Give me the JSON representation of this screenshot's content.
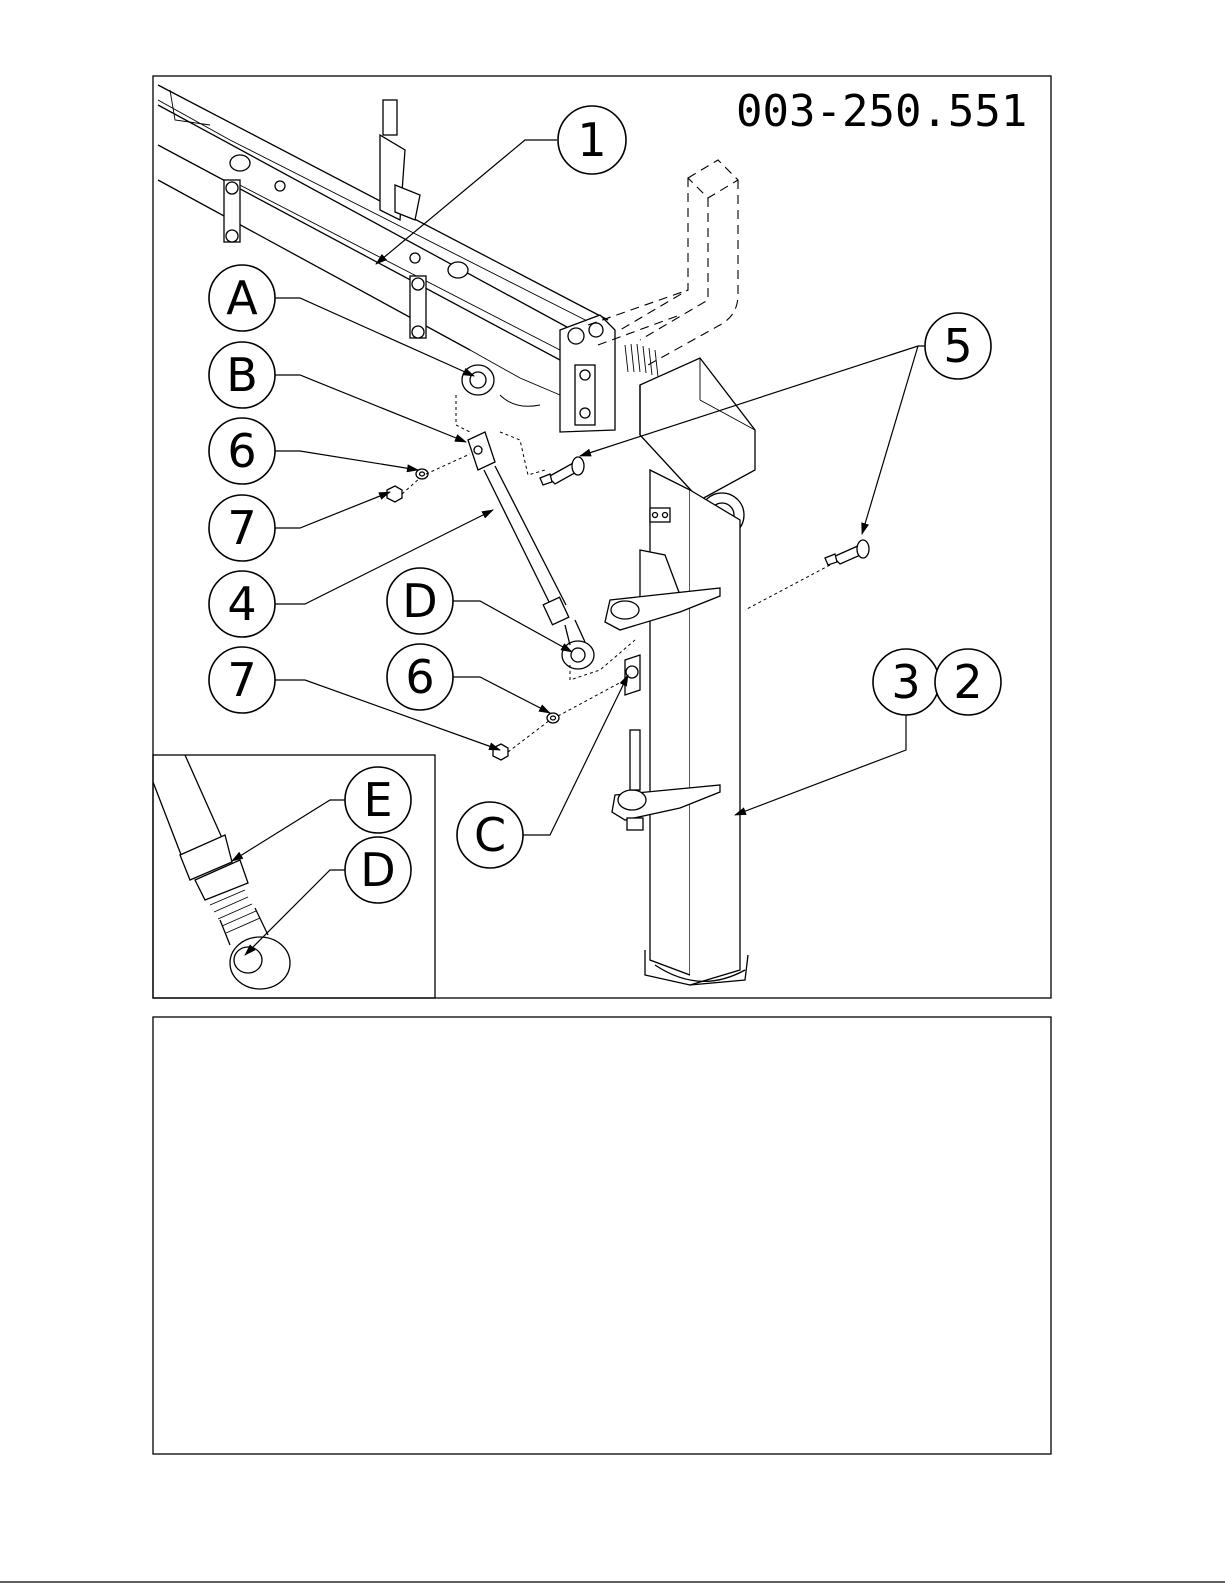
{
  "drawing_number": "003-250.551",
  "callouts": {
    "c1": "1",
    "cA": "A",
    "cB": "B",
    "c6a": "6",
    "c7a": "7",
    "c4": "4",
    "cD": "D",
    "c6b": "6",
    "c7b": "7",
    "c5": "5",
    "c3": "3",
    "c2": "2",
    "cC": "C",
    "cE": "E",
    "cD2": "D"
  },
  "notes_box": {
    "text": ""
  }
}
